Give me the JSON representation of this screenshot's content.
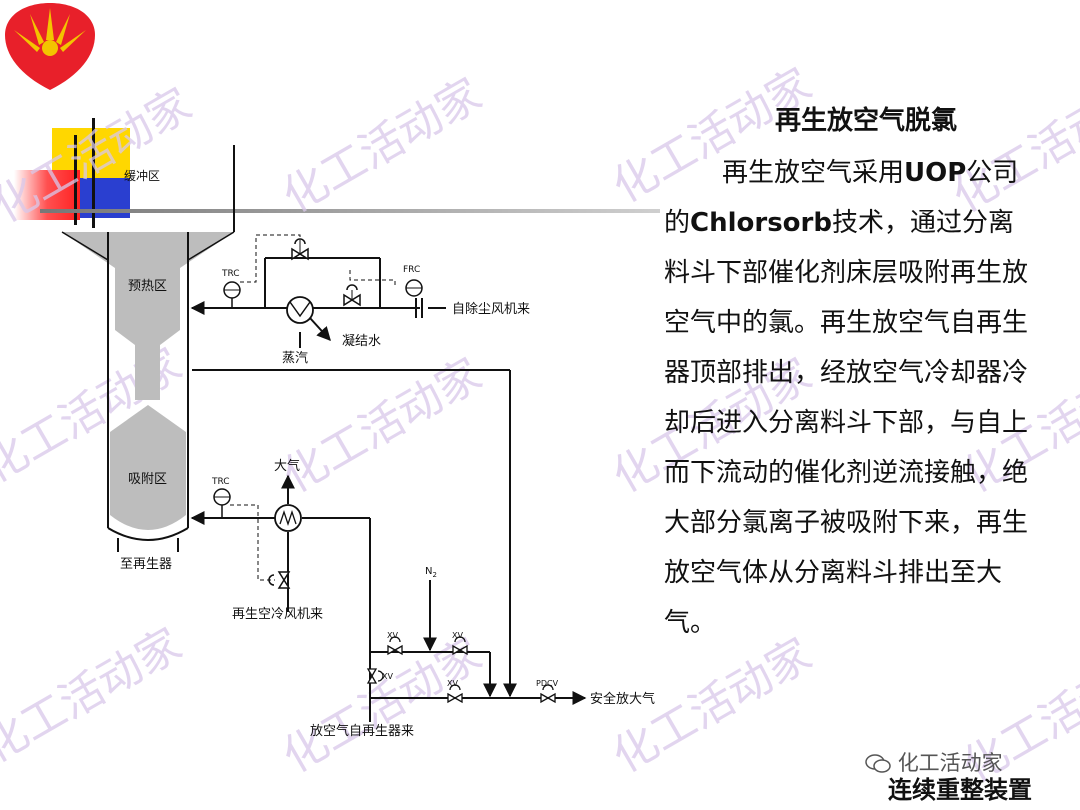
{
  "watermark_text": "化工活动家",
  "title": "再生放空气脱氯",
  "paragraph": {
    "p1": "再生放空气采用",
    "uop": "UOP",
    "p2": "公司的",
    "chlorsorb": "Chlorsorb",
    "p3": "技术，通过分离料斗下部催化剂床层吸附再生放空气中的氯。再生放空气自再生器顶部排出，经放空气冷却器冷却后进入分离料斗下部，与自上而下流动的催化剂逆流接触，绝大部分氯离子被吸附下来，再生放空气体从分离料斗排出至大气。"
  },
  "diagram": {
    "zones": {
      "buffer": "缓冲区",
      "preheat": "预热区",
      "adsorb": "吸附区"
    },
    "to_regenerator": "至再生器",
    "instruments": {
      "trc_top": "TRC",
      "frc": "FRC",
      "trc_bottom": "TRC",
      "xv_1": "XV",
      "xv_2": "XV",
      "xv_3": "XV",
      "xv_4": "XV",
      "pdcv": "PDCV"
    },
    "labels": {
      "from_dust_fan": "自除尘风机来",
      "steam": "蒸汽",
      "condensate": "凝结水",
      "atmosphere": "大气",
      "from_cool_air_fan": "再生空冷风机来",
      "n2": "N",
      "n2_sub": "2",
      "to_safe_vent": "安全放大气",
      "from_regen_vent": "放空气自再生器来"
    }
  },
  "wechat_label": "化工活动家",
  "footer": "连续重整装置",
  "colors": {
    "logo_red": "#e8202a",
    "logo_yellow": "#f3c400",
    "block_yellow": "#ffd700",
    "block_blue": "#2a3fd0",
    "block_red": "#ff2020",
    "vessel_fill": "#bdbdbd",
    "watermark": "#d9c8ea"
  }
}
